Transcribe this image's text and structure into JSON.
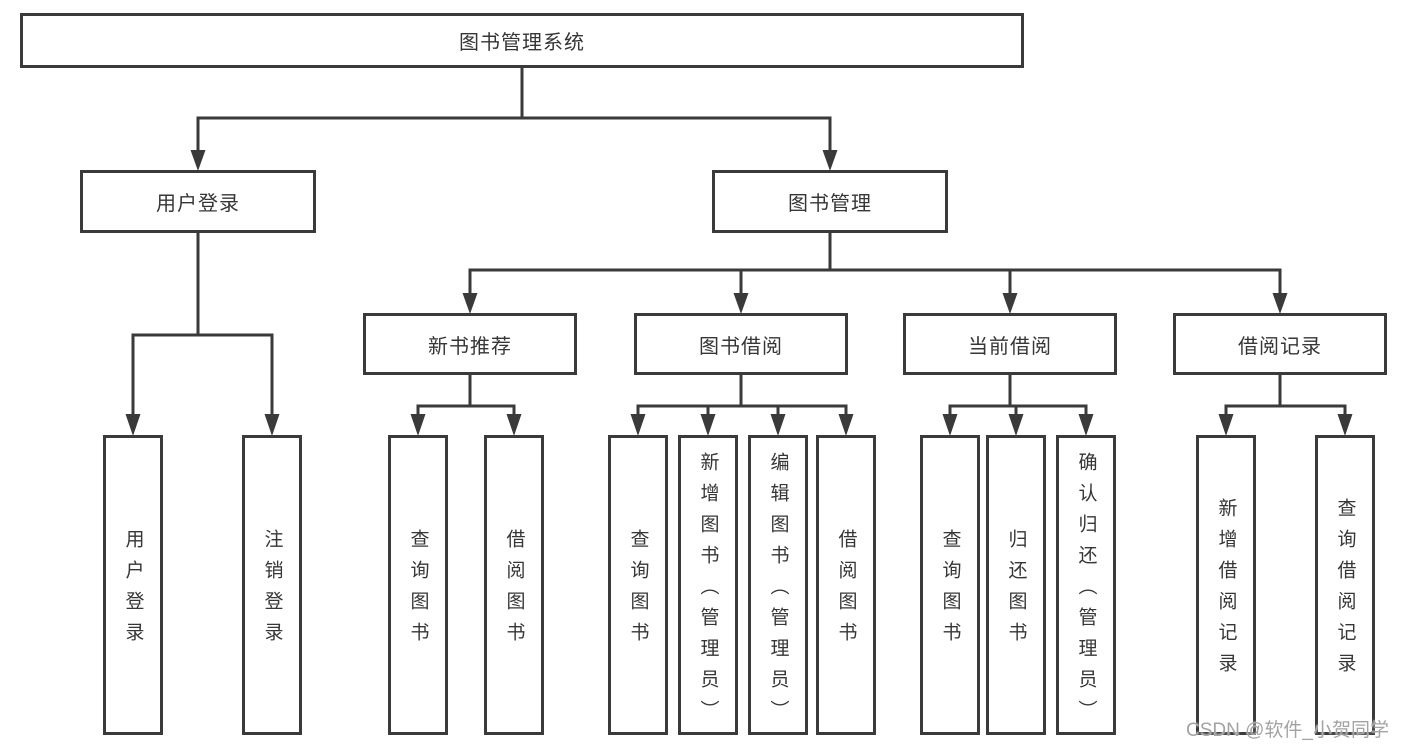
{
  "diagram": {
    "root": "图书管理系统",
    "level2": {
      "user_login": "用户登录",
      "book_management": "图书管理"
    },
    "level3": {
      "new_book_recommend": "新书推荐",
      "book_borrow": "图书借阅",
      "current_borrow": "当前借阅",
      "borrow_records": "借阅记录"
    },
    "leaves": {
      "user_login": "用户登录",
      "logout": "注销登录",
      "nbr_query_books": "查询图书",
      "nbr_borrow_books": "借阅图书",
      "bb_query_books": "查询图书",
      "bb_add_books": "新增图书（管理员）",
      "bb_edit_books": "编辑图书（管理员）",
      "bb_borrow_books": "借阅图书",
      "cb_query_books": "查询图书",
      "cb_return_books": "归还图书",
      "cb_confirm_return": "确认归还（管理员）",
      "br_add_record": "新增借阅记录",
      "br_query_record": "查询借阅记录"
    }
  },
  "watermark": "CSDN @软件_小贺同学",
  "colors": {
    "line": "#3a3a3a",
    "box_border": "#3a3a3a",
    "text": "#363636",
    "box_background": "#ffffff",
    "page_background": "#ffffff",
    "watermark": "#a3a3a3"
  }
}
